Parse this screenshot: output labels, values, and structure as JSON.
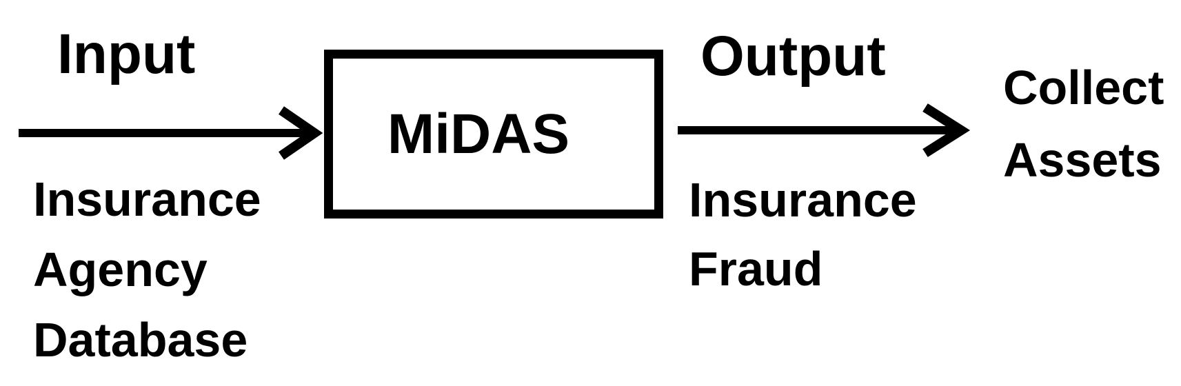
{
  "colors": {
    "ink": "#000000",
    "background": "#ffffff"
  },
  "diagram": {
    "input": {
      "label": "Input",
      "source_lines": [
        "Insurance",
        "Agency",
        "Database"
      ]
    },
    "process": {
      "label": "MiDAS"
    },
    "output": {
      "label": "Output",
      "result_lines": [
        "Insurance",
        "Fraud"
      ]
    },
    "action": {
      "lines": [
        "Collect",
        "Assets"
      ]
    }
  }
}
